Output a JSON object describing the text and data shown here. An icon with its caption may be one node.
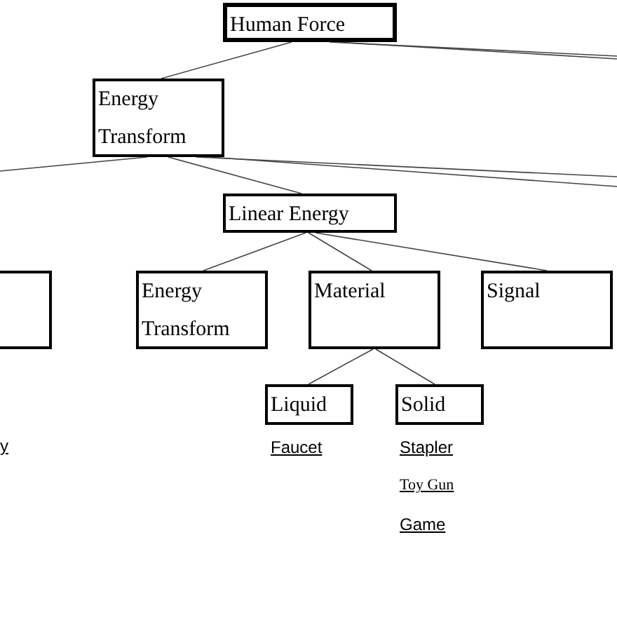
{
  "diagram": {
    "nodes": [
      {
        "text": [
          "Human Force"
        ]
      },
      {
        "text": [
          "Energy Transform"
        ]
      },
      {
        "text": [
          "Linear Energy"
        ]
      },
      {
        "text": [],
        "shape": "box"
      },
      {
        "text": [
          "Energy Transform"
        ]
      },
      {
        "text": [
          "Material"
        ]
      },
      {
        "text": [
          "Signal"
        ]
      },
      {
        "text": [
          "Liquid"
        ],
        "beside": [
          "Faucet"
        ]
      },
      {
        "text": [
          "Solid"
        ],
        "beside": [
          "Stapler",
          "Toy Gun",
          "Game"
        ]
      }
    ],
    "edges": [
      {
        "from": 0,
        "to": 1,
        "arrow": "none"
      },
      {
        "from": 0,
        "to": null,
        "arrow": "none"
      },
      {
        "from": 0,
        "to": null,
        "arrow": "none"
      },
      {
        "from": 1,
        "to": null,
        "arrow": "none"
      },
      {
        "from": 1,
        "to": 2,
        "arrow": "none"
      },
      {
        "from": 1,
        "to": null,
        "arrow": "none"
      },
      {
        "from": 1,
        "to": null,
        "arrow": "none"
      },
      {
        "from": 2,
        "to": 4,
        "arrow": "none"
      },
      {
        "from": 2,
        "to": 5,
        "arrow": "none"
      },
      {
        "from": 2,
        "to": 6,
        "arrow": "none"
      },
      {
        "from": 5,
        "to": 7,
        "arrow": "none"
      },
      {
        "from": 5,
        "to": 8,
        "arrow": "none"
      }
    ],
    "labels": [
      "y"
    ]
  }
}
